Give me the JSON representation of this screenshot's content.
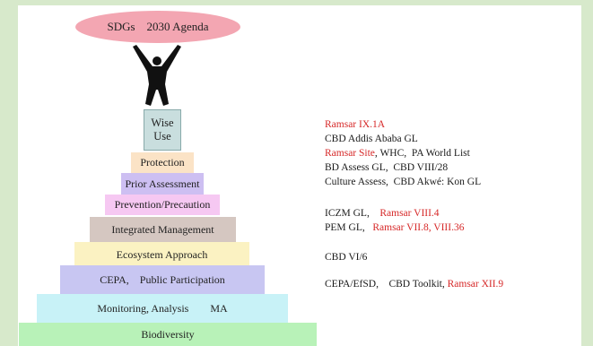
{
  "top_ellipse": "SDGs    2030 Agenda",
  "pyramid": [
    {
      "label": "Wise\nUse",
      "color": "#c9dede"
    },
    {
      "label": "Protection",
      "color": "#fbe3c6"
    },
    {
      "label": "Prior Assessment",
      "color": "#cdbff2"
    },
    {
      "label": "Prevention/Precaution",
      "color": "#f6c8f2"
    },
    {
      "label": "Integrated Management",
      "color": "#d5c7c1"
    },
    {
      "label": "Ecosystem Approach",
      "color": "#fbf2c2"
    },
    {
      "label": "CEPA,    Public Participation",
      "color": "#c8c6f2"
    },
    {
      "label": "Monitoring, Analysis        MA",
      "color": "#c8f2f7"
    },
    {
      "label": "Biodiversity",
      "color": "#b8f2b8"
    }
  ],
  "references": [
    {
      "parts": [
        {
          "text": "Ramsar IX.1A",
          "red": true
        }
      ]
    },
    {
      "parts": [
        {
          "text": "CBD Addis Ababa GL",
          "red": false
        }
      ]
    },
    {
      "parts": [
        {
          "text": "Ramsar Site",
          "red": true
        },
        {
          "text": ", WHC,  PA World List",
          "red": false
        }
      ]
    },
    {
      "parts": [
        {
          "text": "BD Assess GL,  CBD VIII/28",
          "red": false
        }
      ]
    },
    {
      "parts": [
        {
          "text": "Culture Assess,  CBD Akwé: Kon GL",
          "red": false
        }
      ]
    },
    {
      "parts": [
        {
          "text": "ICZM GL,    ",
          "red": false
        },
        {
          "text": "Ramsar VIII.4",
          "red": true
        }
      ]
    },
    {
      "parts": [
        {
          "text": "PEM GL,   ",
          "red": false
        },
        {
          "text": "Ramsar VII.8, VIII.36",
          "red": true
        }
      ]
    },
    {
      "parts": [
        {
          "text": "CBD VI/6",
          "red": false
        }
      ]
    },
    {
      "parts": [
        {
          "text": "CEPA/EfSD,    CBD Toolkit, ",
          "red": false
        },
        {
          "text": "Ramsar XII.9",
          "red": true
        }
      ]
    }
  ]
}
